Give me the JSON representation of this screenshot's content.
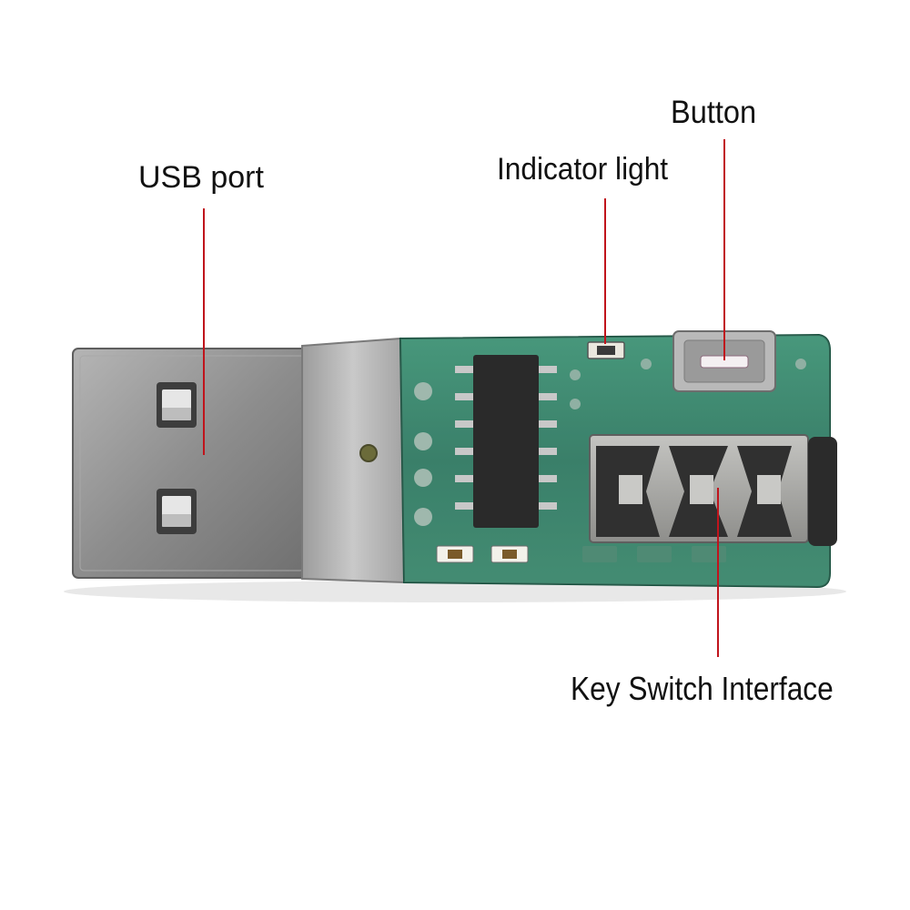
{
  "labels": {
    "usb_port": "USB port",
    "indicator_light": "Indicator light",
    "button": "Button",
    "key_switch_interface": "Key Switch Interface"
  },
  "colors": {
    "leader_line": "#c0141c",
    "pcb": "#1f6e55",
    "usb_metal": "#8c8c8c",
    "switch_body": "#a9a9a6",
    "label_text": "#111111"
  }
}
